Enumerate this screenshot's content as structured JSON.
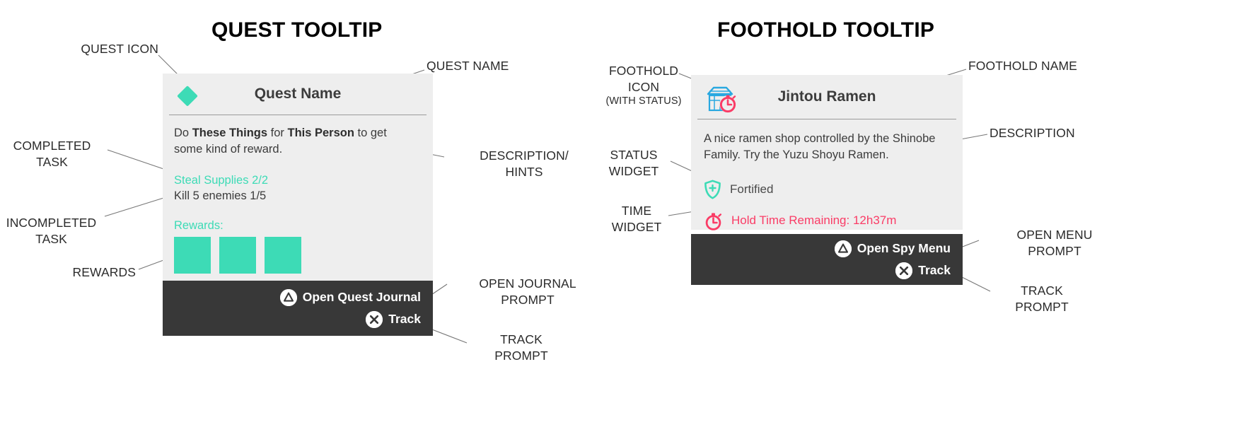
{
  "colors": {
    "panel_bg": "#eeeeee",
    "prompt_bar": "#383838",
    "accent_teal": "#3ddbb6",
    "accent_pink": "#fa3c66",
    "icon_blue": "#29a8e0",
    "text_dark": "#3c3c3c",
    "rule": "#9a9a9a"
  },
  "sections": {
    "quest_title": "QUEST TOOLTIP",
    "foothold_title": "FOOTHOLD TOOLTIP"
  },
  "quest": {
    "icon_name": "quest-diamond-icon",
    "title": "Quest Name",
    "description_parts": [
      {
        "text": "Do ",
        "bold": false
      },
      {
        "text": "These Things",
        "bold": true
      },
      {
        "text": " for ",
        "bold": false
      },
      {
        "text": "This Person",
        "bold": true
      },
      {
        "text": " to get some kind of reward.",
        "bold": false
      }
    ],
    "description_plain": "Do These Things for This Person to get some kind of reward.",
    "tasks": [
      {
        "label": "Steal Supplies 2/2",
        "state": "completed"
      },
      {
        "label": "Kill 5 enemies 1/5",
        "state": "incomplete"
      }
    ],
    "rewards_label": "Rewards:",
    "reward_slots": 3,
    "prompts": [
      {
        "button": "triangle",
        "label": "Open Quest Journal"
      },
      {
        "button": "cross",
        "label": "Track"
      }
    ]
  },
  "foothold": {
    "icon_name": "foothold-shop-stopwatch-icon",
    "title": "Jintou Ramen",
    "description": "A nice ramen shop controlled by the Shinobe Family. Try the Yuzu Shoyu Ramen.",
    "status_widget": {
      "icon_name": "shield-plus-icon",
      "label": "Fortified"
    },
    "time_widget": {
      "icon_name": "stopwatch-icon",
      "label": "Hold Time Remaining: 12h37m"
    },
    "prompts": [
      {
        "button": "triangle",
        "label": "Open Spy Menu"
      },
      {
        "button": "cross",
        "label": "Track"
      }
    ]
  },
  "annotations": {
    "quest_icon": "QUEST ICON",
    "quest_name": "QUEST NAME",
    "completed_task": "COMPLETED\nTASK",
    "incompleted_task": "INCOMPLETED\nTASK",
    "rewards": "REWARDS",
    "description_hints": "DESCRIPTION/\nHINTS",
    "open_journal_prompt": "OPEN JOURNAL\nPROMPT",
    "track_prompt_quest": "TRACK\nPROMPT",
    "foothold_icon": "FOOTHOLD\nICON",
    "foothold_icon_sub": "(WITH STATUS)",
    "foothold_name": "FOOTHOLD NAME",
    "status_widget": "STATUS\nWIDGET",
    "time_widget": "TIME\nWIDGET",
    "description": "DESCRIPTION",
    "open_menu_prompt": "OPEN MENU\nPROMPT",
    "track_prompt_foothold": "TRACK\nPROMPT"
  }
}
